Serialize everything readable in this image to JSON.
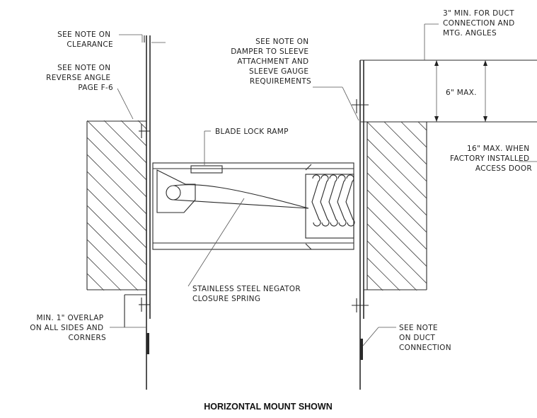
{
  "notes": {
    "clearance": [
      "SEE NOTE ON",
      "CLEARANCE"
    ],
    "reverse_angle": [
      "SEE NOTE ON",
      "REVERSE ANGLE",
      "PAGE F-6"
    ],
    "sleeve_attachment": [
      "SEE NOTE ON",
      "DAMPER TO SLEEVE",
      "ATTACHMENT AND",
      "SLEEVE GAUGE",
      "REQUIREMENTS"
    ],
    "duct_connection_min": [
      "3\" MIN. FOR DUCT",
      "CONNECTION AND",
      "MTG. ANGLES"
    ],
    "blade_lock_ramp": "BLADE LOCK RAMP",
    "six_max": "6\" MAX.",
    "access_door": [
      "16\" MAX. WHEN",
      "FACTORY INSTALLED",
      "ACCESS DOOR"
    ],
    "negator_spring": [
      "STAINLESS STEEL NEGATOR",
      "CLOSURE SPRING"
    ],
    "overlap": [
      "MIN. 1\" OVERLAP",
      "ON ALL SIDES AND",
      "CORNERS"
    ],
    "duct_note": [
      "SEE NOTE",
      "ON DUCT",
      "CONNECTION"
    ]
  },
  "caption": "HORIZONTAL MOUNT SHOWN"
}
